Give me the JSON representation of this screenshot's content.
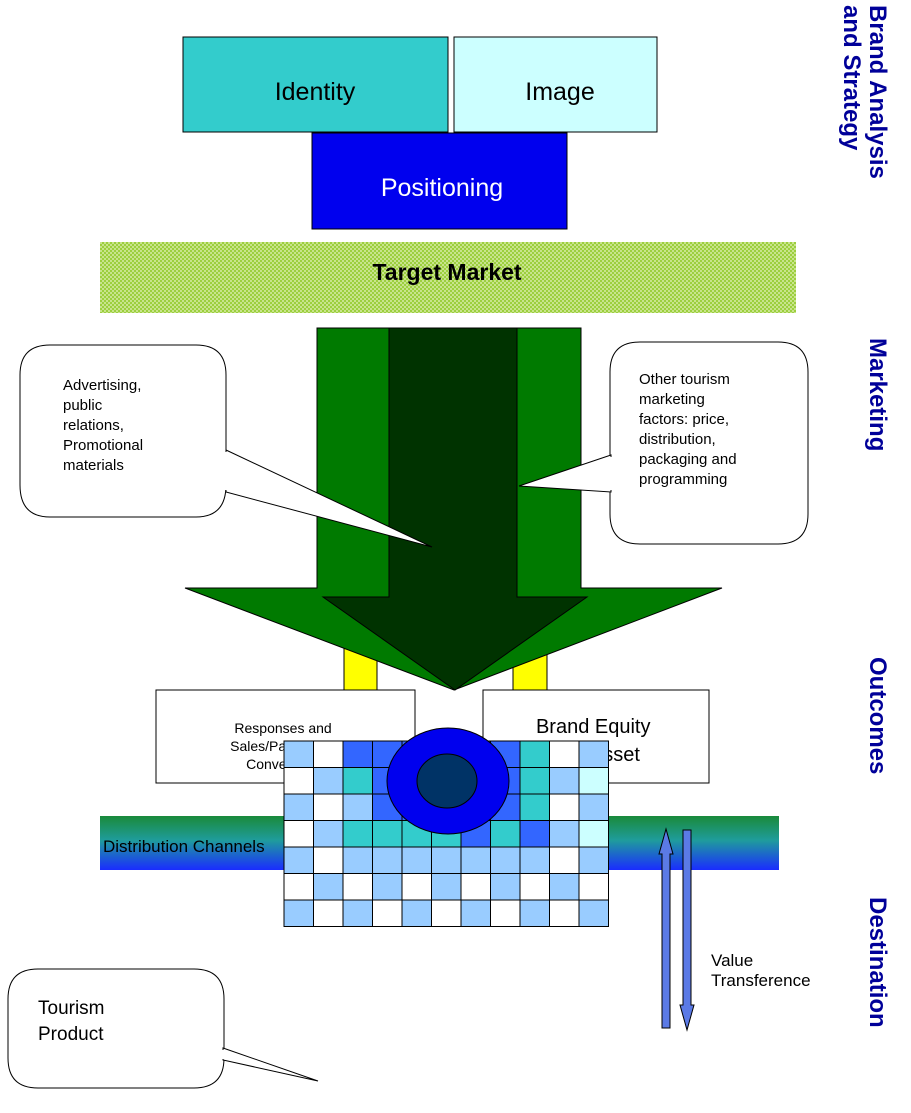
{
  "boxes": {
    "identity": "Identity",
    "image": "Image",
    "positioning": "Positioning",
    "target_market": "Target Market",
    "responses": [
      "Responses and",
      "Sales/Passenger",
      "Conversions"
    ],
    "brand_equity": [
      "Brand Equity",
      "and Asset"
    ],
    "distribution_channels": "Distribution Channels"
  },
  "callouts": {
    "advertising": [
      "Advertising,",
      "public",
      "relations,",
      "Promotional",
      "materials"
    ],
    "other_factors": [
      "Other tourism",
      "marketing",
      "factors: price,",
      "distribution,",
      "packaging and",
      "programming"
    ],
    "tourism_product": [
      "Tourism",
      "Product"
    ]
  },
  "side_labels": {
    "brand_analysis": [
      "Brand Analysis",
      "and Strategy"
    ],
    "marketing": "Marketing",
    "outcomes": "Outcomes",
    "destination": "Destination"
  },
  "value_transference": [
    "Value",
    "Transference"
  ],
  "colors": {
    "identity": "#33cccc",
    "image": "#ccffff",
    "positioning": "#0000ee",
    "target_market": "#b5d96a",
    "arrow_green": "#007a00",
    "arrow_dark": "#003300",
    "yellow": "#ffff00",
    "side_text": "#000099"
  }
}
